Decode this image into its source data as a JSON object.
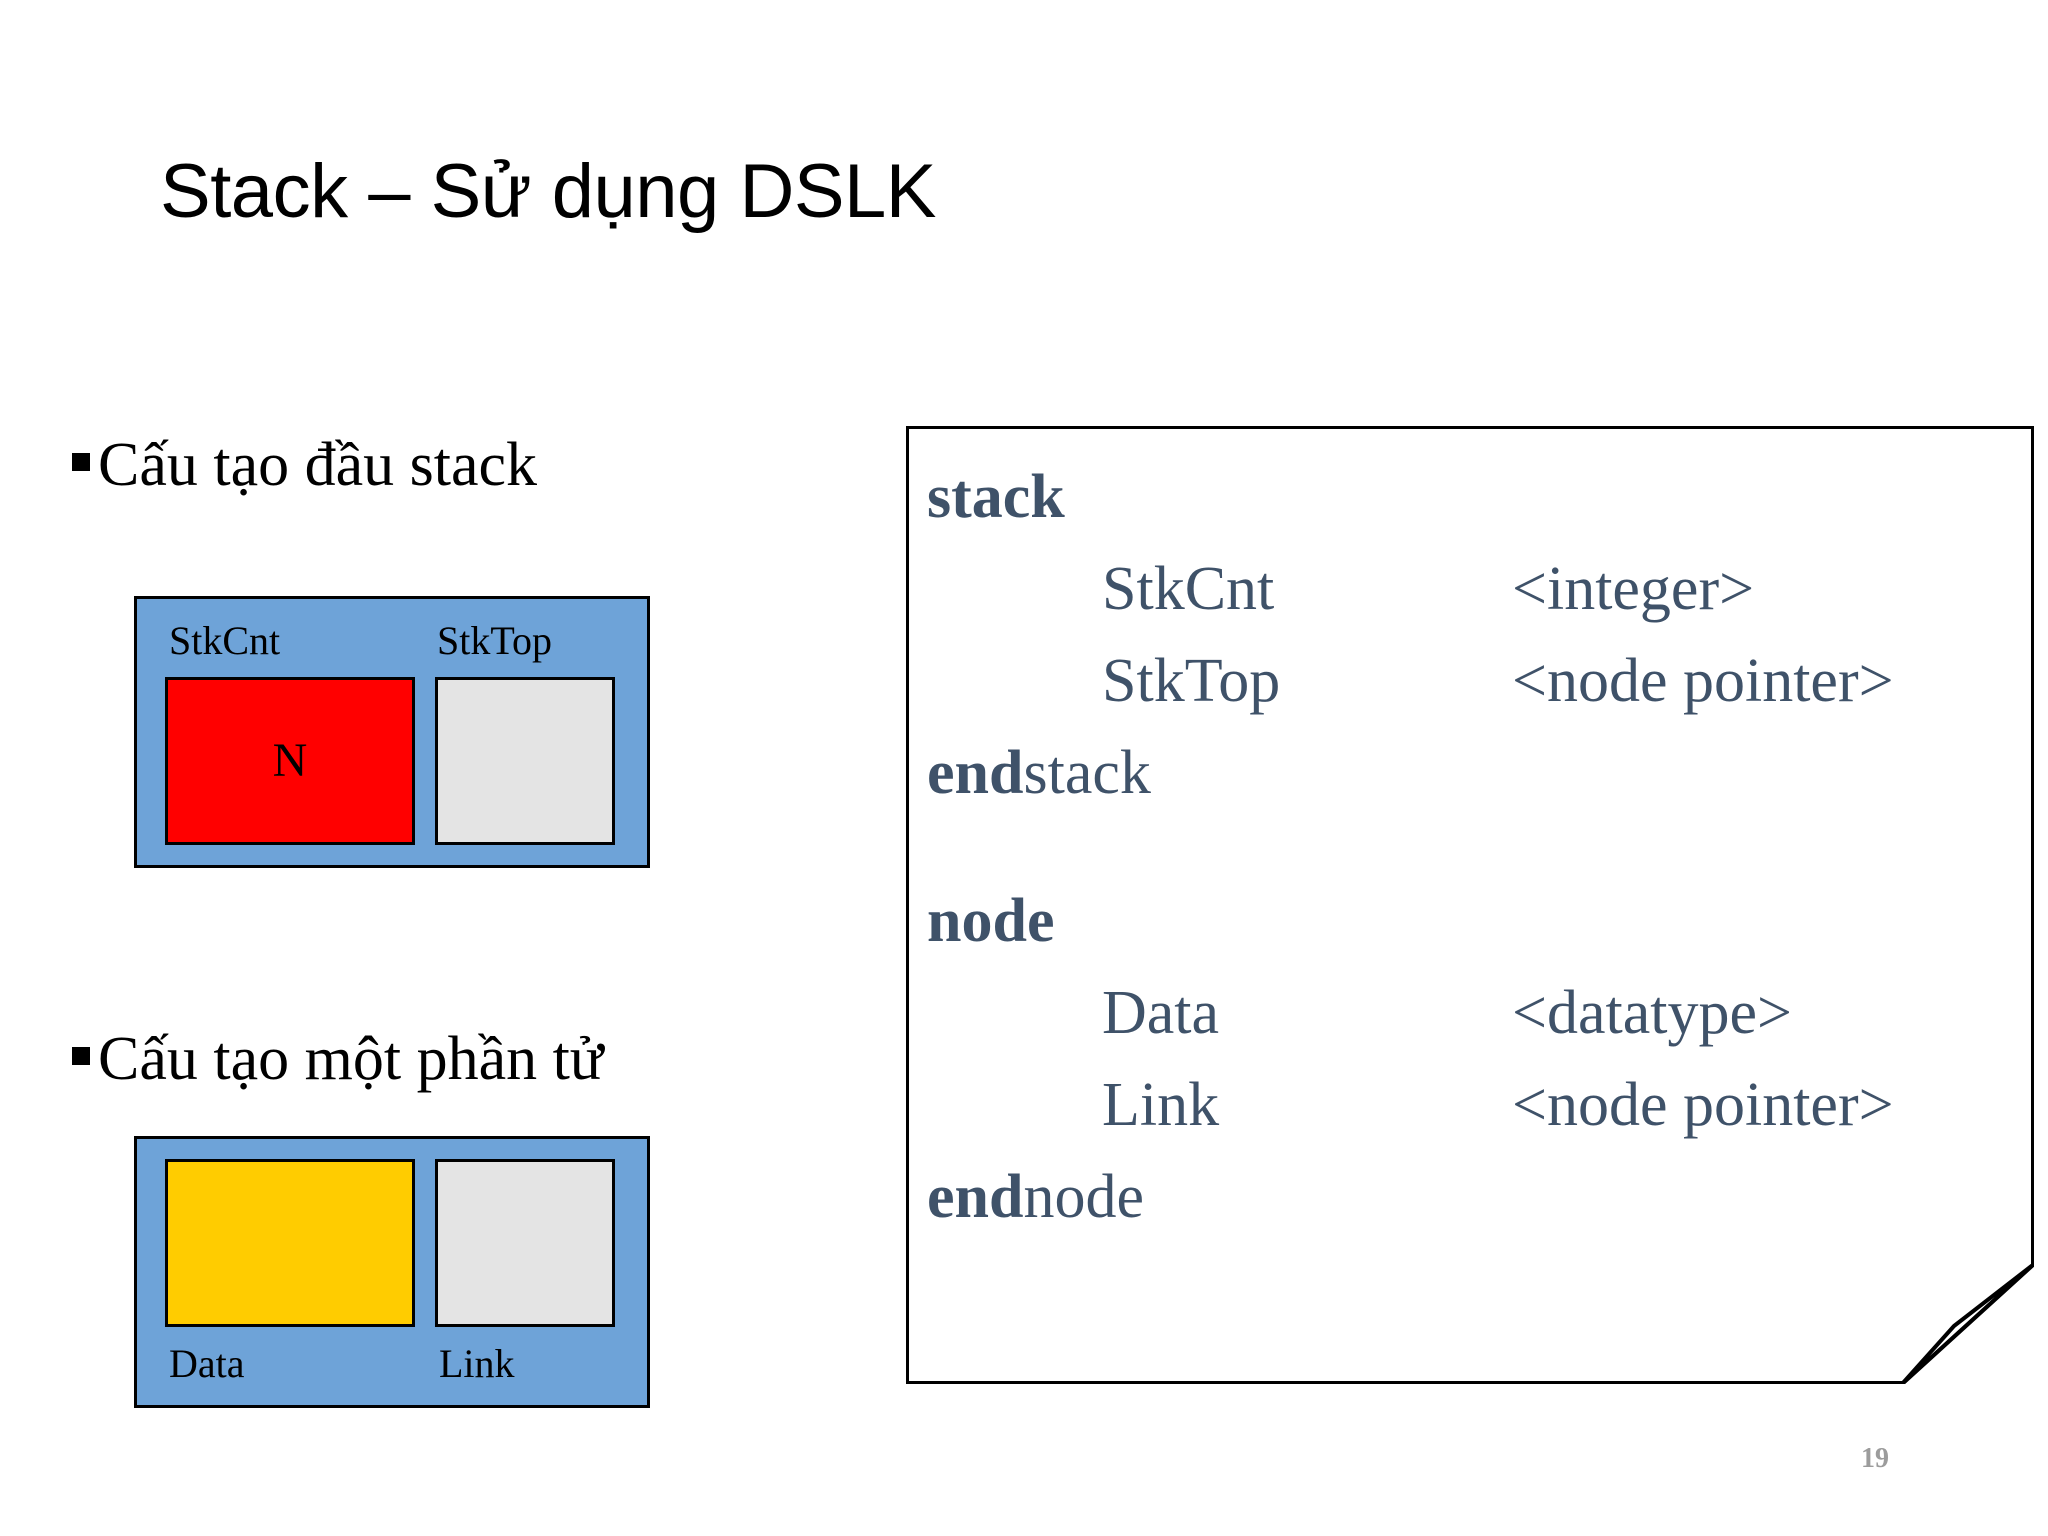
{
  "slide": {
    "title": "Stack – Sử dụng DSLK",
    "page_number": "19"
  },
  "bullets": [
    {
      "marker": "square-bullet",
      "text": "Cấu tạo đầu stack"
    },
    {
      "marker": "square-bullet",
      "text": "Cấu tạo một phần tử"
    }
  ],
  "diagrams": {
    "stack_head": {
      "container_color": "#6ea3d8",
      "fields": [
        {
          "label": "StkCnt",
          "value": "N",
          "fill": "#ff0000"
        },
        {
          "label": "StkTop",
          "value": "",
          "fill": "#e4e4e4"
        }
      ]
    },
    "stack_node": {
      "container_color": "#6ea3d8",
      "fields": [
        {
          "label": "Data",
          "value": "",
          "fill": "#ffcc00"
        },
        {
          "label": "Link",
          "value": "",
          "fill": "#e4e4e4"
        }
      ]
    }
  },
  "code_panel": {
    "text_color": "#3f5269",
    "lines": [
      {
        "kind": "header",
        "keyword": "stack",
        "rest": ""
      },
      {
        "kind": "field",
        "name": "StkCnt",
        "type": "<integer>"
      },
      {
        "kind": "field",
        "name": "StkTop",
        "type": "<node pointer>"
      },
      {
        "kind": "footer",
        "keyword": "end",
        "rest": " stack"
      },
      {
        "kind": "blank"
      },
      {
        "kind": "header",
        "keyword": "node",
        "rest": ""
      },
      {
        "kind": "field",
        "name": "Data",
        "type": "<datatype>"
      },
      {
        "kind": "field",
        "name": "Link",
        "type": "<node pointer>"
      },
      {
        "kind": "footer",
        "keyword": "end",
        "rest": " node"
      }
    ]
  }
}
